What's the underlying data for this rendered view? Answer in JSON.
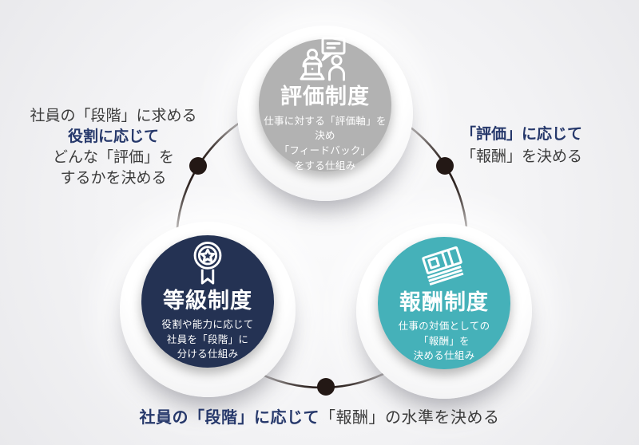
{
  "palette": {
    "background": "#f3f3f5",
    "ring": "#231815",
    "gray_circle": "#b2b2b2",
    "navy_circle": "#243253",
    "teal_circle": "#45b1b9",
    "emphasis_text": "#26386b",
    "body_text": "#3c3c3c",
    "circle_text": "#ffffff"
  },
  "bubbles": {
    "evaluation": {
      "title": "評価制度",
      "desc": [
        "仕事に対する「評価軸」を決め",
        "「フィードバック」",
        "をする仕組み"
      ],
      "icon": "feedback-conversation-icon"
    },
    "grade": {
      "title": "等級制度",
      "desc": [
        "役割や能力に応じて",
        "社員を「段階」に",
        "分ける仕組み"
      ],
      "icon": "medal-badge-icon"
    },
    "reward": {
      "title": "報酬制度",
      "desc": [
        "仕事の対価としての",
        "「報酬」を",
        "決める仕組み"
      ],
      "icon": "money-stack-icon"
    }
  },
  "annotations": {
    "left": {
      "lines": [
        {
          "text": "社員の「段階」に求める",
          "emphasis": false
        },
        {
          "text": "役割に応じて",
          "emphasis": true
        },
        {
          "text": "どんな「評価」を",
          "emphasis": false
        },
        {
          "text": "するかを決める",
          "emphasis": false
        }
      ]
    },
    "right": {
      "lines": [
        {
          "text": "「評価」に応じて",
          "emphasis": true
        },
        {
          "text": "「報酬」を決める",
          "emphasis": false
        }
      ]
    },
    "bottom": {
      "segments": [
        {
          "text": "社員の「段階」に応じて",
          "emphasis": true
        },
        {
          "text": "「報酬」の水準を決める",
          "emphasis": false
        }
      ]
    }
  }
}
